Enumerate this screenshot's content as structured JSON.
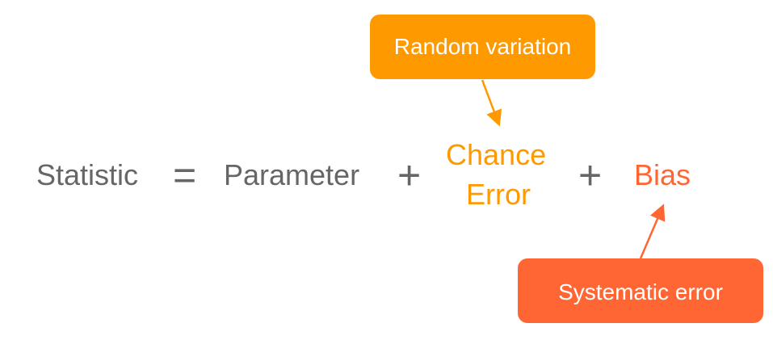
{
  "equation": {
    "statistic": "Statistic",
    "equals": "=",
    "parameter": "Parameter",
    "plus1": "+",
    "chance_error_line1": "Chance",
    "chance_error_line2": "Error",
    "plus2": "+",
    "bias": "Bias"
  },
  "callouts": {
    "random": "Random variation",
    "systematic": "Systematic error"
  },
  "colors": {
    "text": "#666666",
    "chance": "#FF9900",
    "bias": "#FF6633",
    "box_text": "#FFFFFF"
  }
}
